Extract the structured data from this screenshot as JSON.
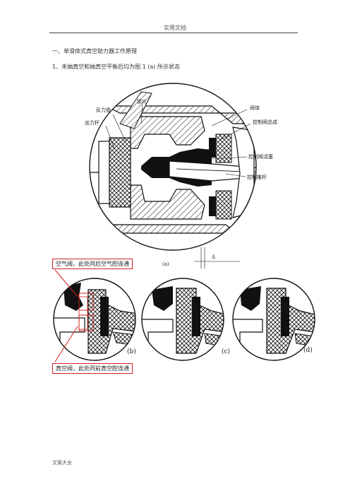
{
  "header": {
    "title": "实用文档"
  },
  "section": {
    "heading": "一、单滑体式真空助力器工作原理"
  },
  "subheading": {
    "text": "1、未抽真空和抽真空平衡后均为图",
    "ref": "1 (a)",
    "tail": "所示状态"
  },
  "figure_a": {
    "labels": {
      "reaction_disc": "反力盘",
      "lock_plate": "锁片",
      "output_rod": "出力杆",
      "valve_body": "阀体",
      "control_valve_assembly": "控制阀总成",
      "control_valve_piston": "控制阀活塞",
      "control_push_rod": "控制推杆",
      "fig_label": "(a)",
      "delta": "Δ"
    }
  },
  "figures_bcd": {
    "b": "(b)",
    "c": "(c)",
    "d": "(d)"
  },
  "annotations": {
    "air_valve": "空气阀，此处同后空气腔连通",
    "vacuum_valve": "真空阀，此处同前真空腔连通"
  },
  "footer": {
    "text": "文案大全"
  },
  "colors": {
    "annotation_border": "#d02020",
    "ink": "#111111"
  }
}
